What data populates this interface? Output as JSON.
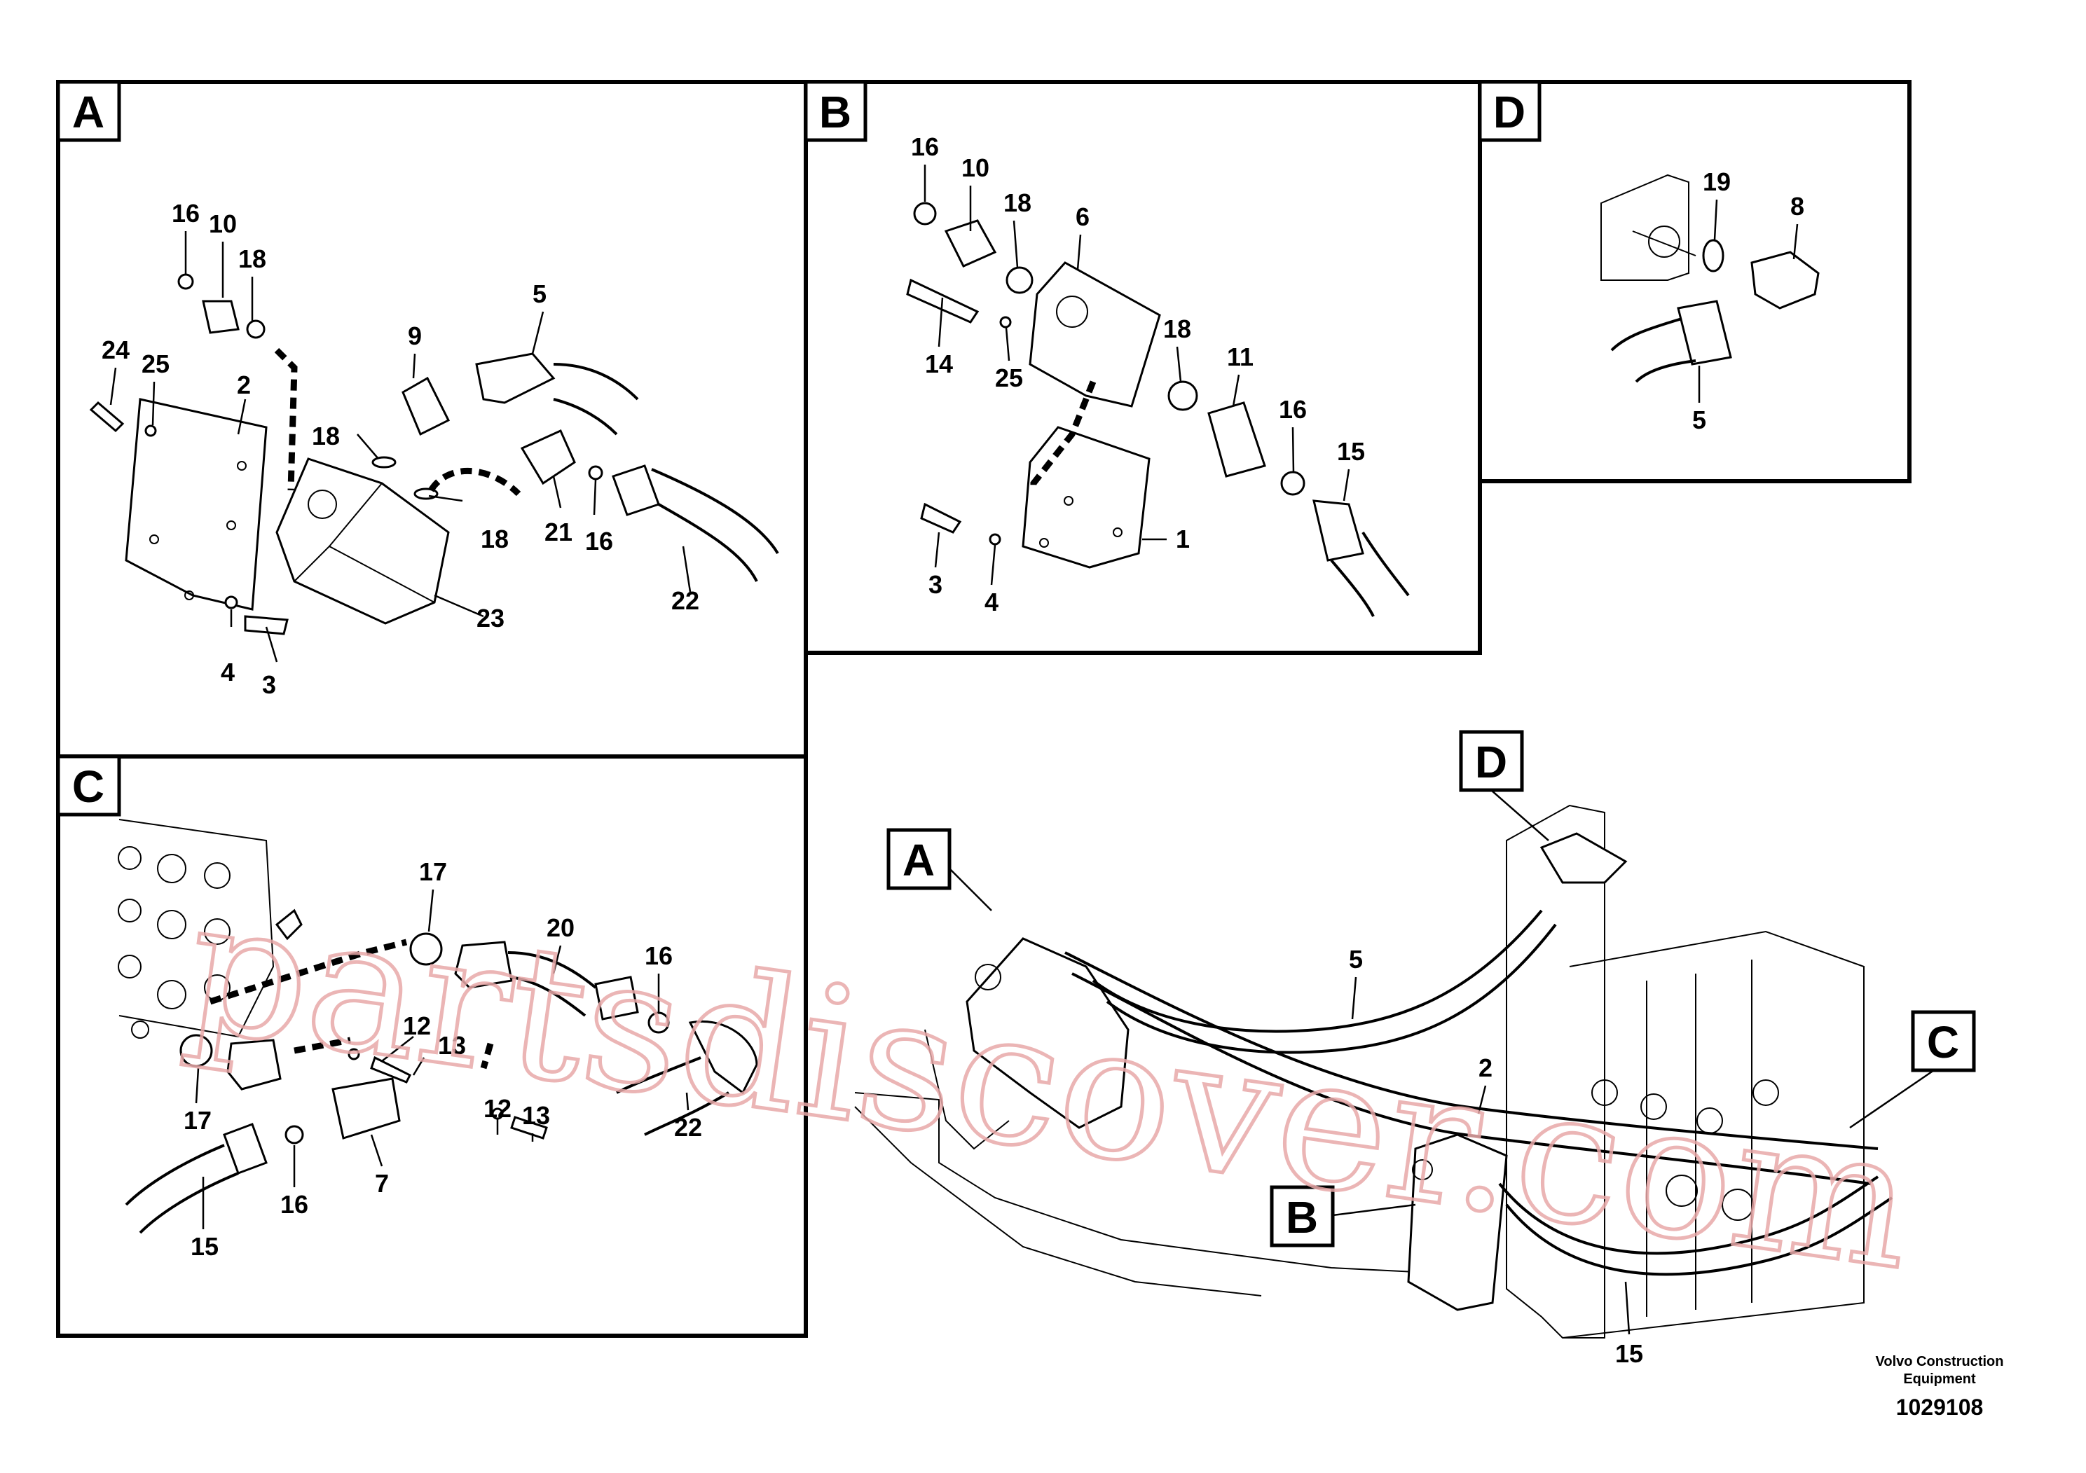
{
  "panels": {
    "a": {
      "tag": "A",
      "labels": [
        "16",
        "10",
        "18",
        "24",
        "25",
        "2",
        "9",
        "5",
        "18",
        "18",
        "21",
        "16",
        "4",
        "3",
        "23",
        "22"
      ]
    },
    "b": {
      "tag": "B",
      "labels": [
        "16",
        "10",
        "18",
        "6",
        "14",
        "25",
        "18",
        "11",
        "16",
        "15",
        "3",
        "4",
        "1"
      ]
    },
    "c": {
      "tag": "C",
      "labels": [
        "17",
        "20",
        "16",
        "12",
        "13",
        "12",
        "13",
        "17",
        "22",
        "7",
        "16",
        "15"
      ]
    },
    "d": {
      "tag": "D",
      "labels": [
        "19",
        "8",
        "5"
      ]
    }
  },
  "overview": {
    "tags": [
      "A",
      "B",
      "C",
      "D"
    ],
    "labels": [
      "5",
      "2",
      "15"
    ]
  },
  "footer": {
    "brand_line1": "Volvo Construction",
    "brand_line2": "Equipment",
    "doc_number": "1029108"
  },
  "watermark": "partsdiscover.com"
}
